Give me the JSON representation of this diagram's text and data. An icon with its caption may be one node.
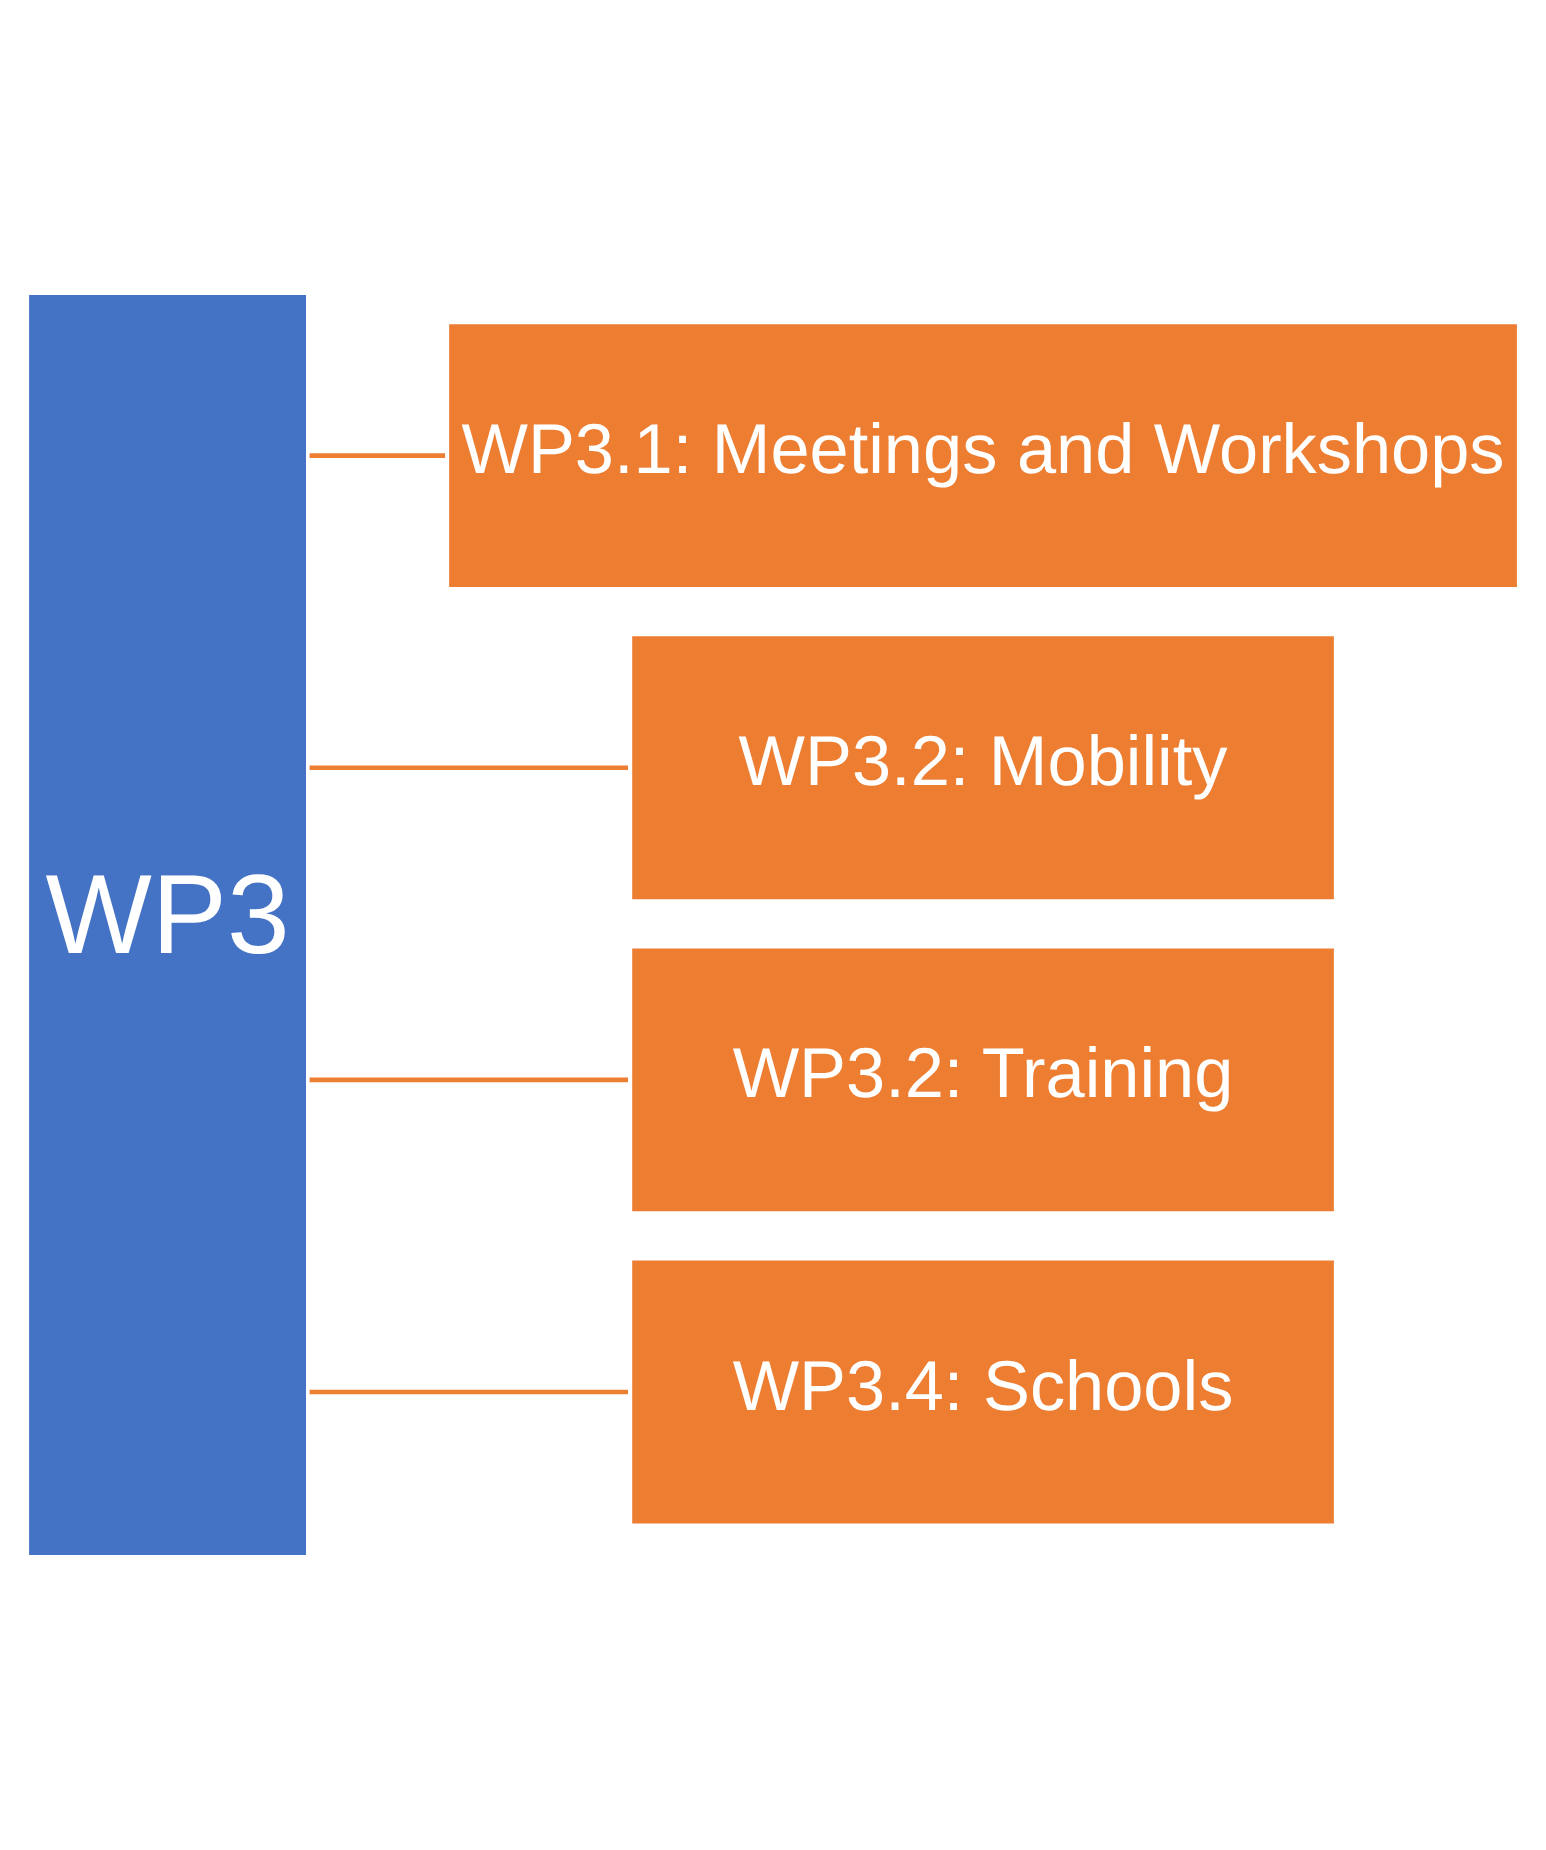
{
  "diagram": {
    "nodes": [
      {
        "text": [
          "WP3"
        ]
      },
      {
        "text": [
          "WP3.1: Meetings and Workshops"
        ]
      },
      {
        "text": [
          "WP3.2: Mobility"
        ]
      },
      {
        "text": [
          "WP3.2: Training"
        ]
      },
      {
        "text": [
          "WP3.4: Schools"
        ]
      }
    ],
    "edges": [
      {
        "from": 0,
        "to": 1,
        "arrow": "none"
      },
      {
        "from": 0,
        "to": 2,
        "arrow": "none"
      },
      {
        "from": 0,
        "to": 3,
        "arrow": "none"
      },
      {
        "from": 0,
        "to": 4,
        "arrow": "none"
      }
    ]
  }
}
